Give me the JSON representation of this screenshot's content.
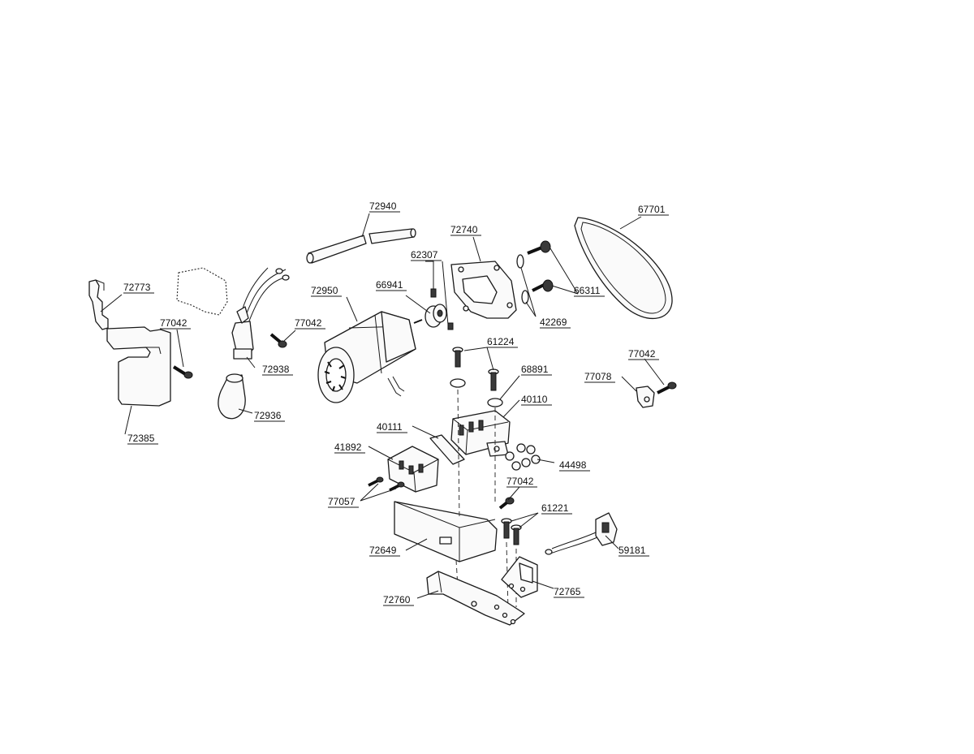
{
  "callouts": [
    {
      "id": "72940",
      "label": "72940"
    },
    {
      "id": "72740",
      "label": "72740"
    },
    {
      "id": "67701",
      "label": "67701"
    },
    {
      "id": "62307",
      "label": "62307"
    },
    {
      "id": "72773",
      "label": "72773"
    },
    {
      "id": "72950",
      "label": "72950"
    },
    {
      "id": "66941",
      "label": "66941"
    },
    {
      "id": "66311",
      "label": "66311"
    },
    {
      "id": "77042a",
      "label": "77042"
    },
    {
      "id": "77042b",
      "label": "77042"
    },
    {
      "id": "42269",
      "label": "42269"
    },
    {
      "id": "61224",
      "label": "61224"
    },
    {
      "id": "77042c",
      "label": "77042"
    },
    {
      "id": "72938",
      "label": "72938"
    },
    {
      "id": "68891",
      "label": "68891"
    },
    {
      "id": "77078",
      "label": "77078"
    },
    {
      "id": "40110",
      "label": "40110"
    },
    {
      "id": "72936",
      "label": "72936"
    },
    {
      "id": "40111",
      "label": "40111"
    },
    {
      "id": "72385",
      "label": "72385"
    },
    {
      "id": "41892",
      "label": "41892"
    },
    {
      "id": "44498",
      "label": "44498"
    },
    {
      "id": "77042d",
      "label": "77042"
    },
    {
      "id": "77057",
      "label": "77057"
    },
    {
      "id": "61221",
      "label": "61221"
    },
    {
      "id": "72649",
      "label": "72649"
    },
    {
      "id": "59181",
      "label": "59181"
    },
    {
      "id": "72765",
      "label": "72765"
    },
    {
      "id": "72760",
      "label": "72760"
    }
  ]
}
